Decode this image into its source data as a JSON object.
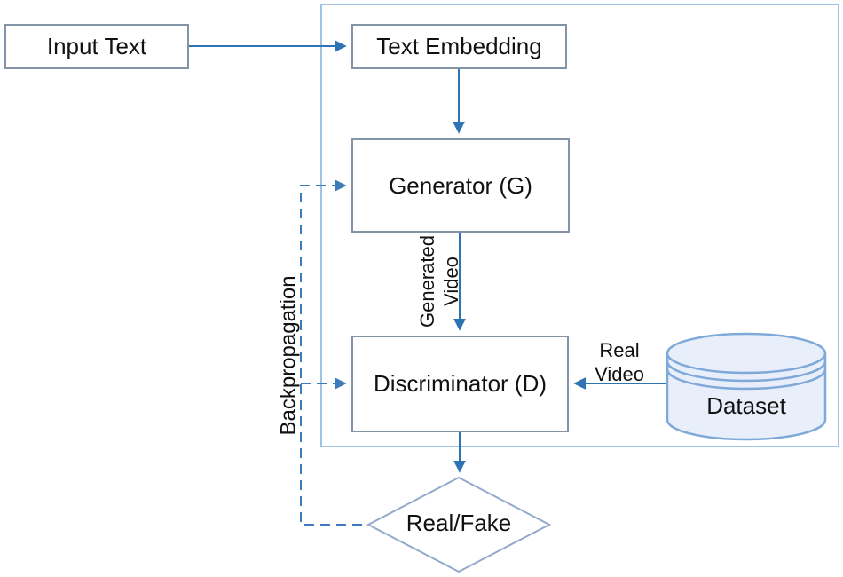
{
  "diagram": {
    "type": "flowchart",
    "topic": "Text-to-video GAN architecture",
    "nodes": {
      "input_text": {
        "label": "Input Text",
        "shape": "rectangle"
      },
      "text_embedding": {
        "label": "Text Embedding",
        "shape": "rectangle"
      },
      "generator": {
        "label": "Generator (G)",
        "shape": "rectangle"
      },
      "discriminator": {
        "label": "Discriminator (D)",
        "shape": "rectangle"
      },
      "dataset": {
        "label": "Dataset",
        "shape": "cylinder"
      },
      "real_fake": {
        "label": "Real/Fake",
        "shape": "diamond"
      }
    },
    "edge_labels": {
      "generated_video_line1": "Generated",
      "generated_video_line2": "Video",
      "real_video_line1": "Real",
      "real_video_line2": "Video",
      "backpropagation": "Backpropagation"
    },
    "edges": [
      {
        "from": "input_text",
        "to": "text_embedding",
        "style": "solid",
        "label": ""
      },
      {
        "from": "text_embedding",
        "to": "generator",
        "style": "solid",
        "label": ""
      },
      {
        "from": "generator",
        "to": "discriminator",
        "style": "solid",
        "label": "Generated Video"
      },
      {
        "from": "dataset",
        "to": "discriminator",
        "style": "solid",
        "label": "Real Video"
      },
      {
        "from": "discriminator",
        "to": "real_fake",
        "style": "solid",
        "label": ""
      },
      {
        "from": "real_fake",
        "to": "generator",
        "style": "dashed",
        "label": "Backpropagation"
      },
      {
        "from": "real_fake",
        "to": "discriminator",
        "style": "dashed",
        "label": "Backpropagation"
      }
    ],
    "colors": {
      "solid_arrow": "#2e74b5",
      "dashed_arrow": "#3e7cb9",
      "outer_frame": "#9fc3e5",
      "node_border": "#8494a8",
      "diamond_border": "#93a9cc",
      "cylinder_border": "#7fa9d9",
      "cylinder_fill": "#e9effa",
      "text": "#111111",
      "background": "#ffffff"
    }
  }
}
